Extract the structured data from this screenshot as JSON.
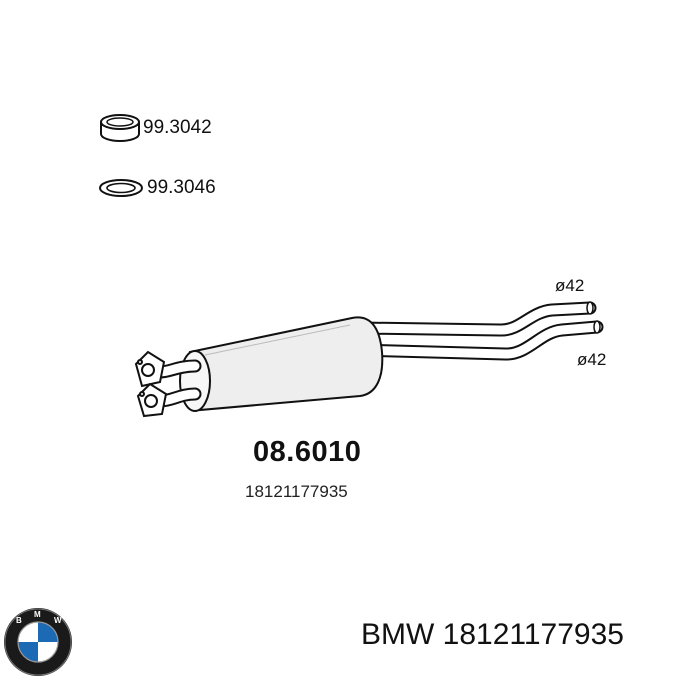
{
  "parts": [
    {
      "number": "99.3042",
      "icon": "seal-ring-icon"
    },
    {
      "number": "99.3046",
      "icon": "gasket-icon"
    }
  ],
  "muffler": {
    "icon": "middle-muffler-icon",
    "pipe_diameters": [
      "ø42",
      "ø42"
    ],
    "article_number": "08.6010",
    "oem_number": "18121177935"
  },
  "footer": {
    "brand_logo": "bmw-logo-icon",
    "brand_name": "BMW",
    "oem_number": "18121177935"
  }
}
